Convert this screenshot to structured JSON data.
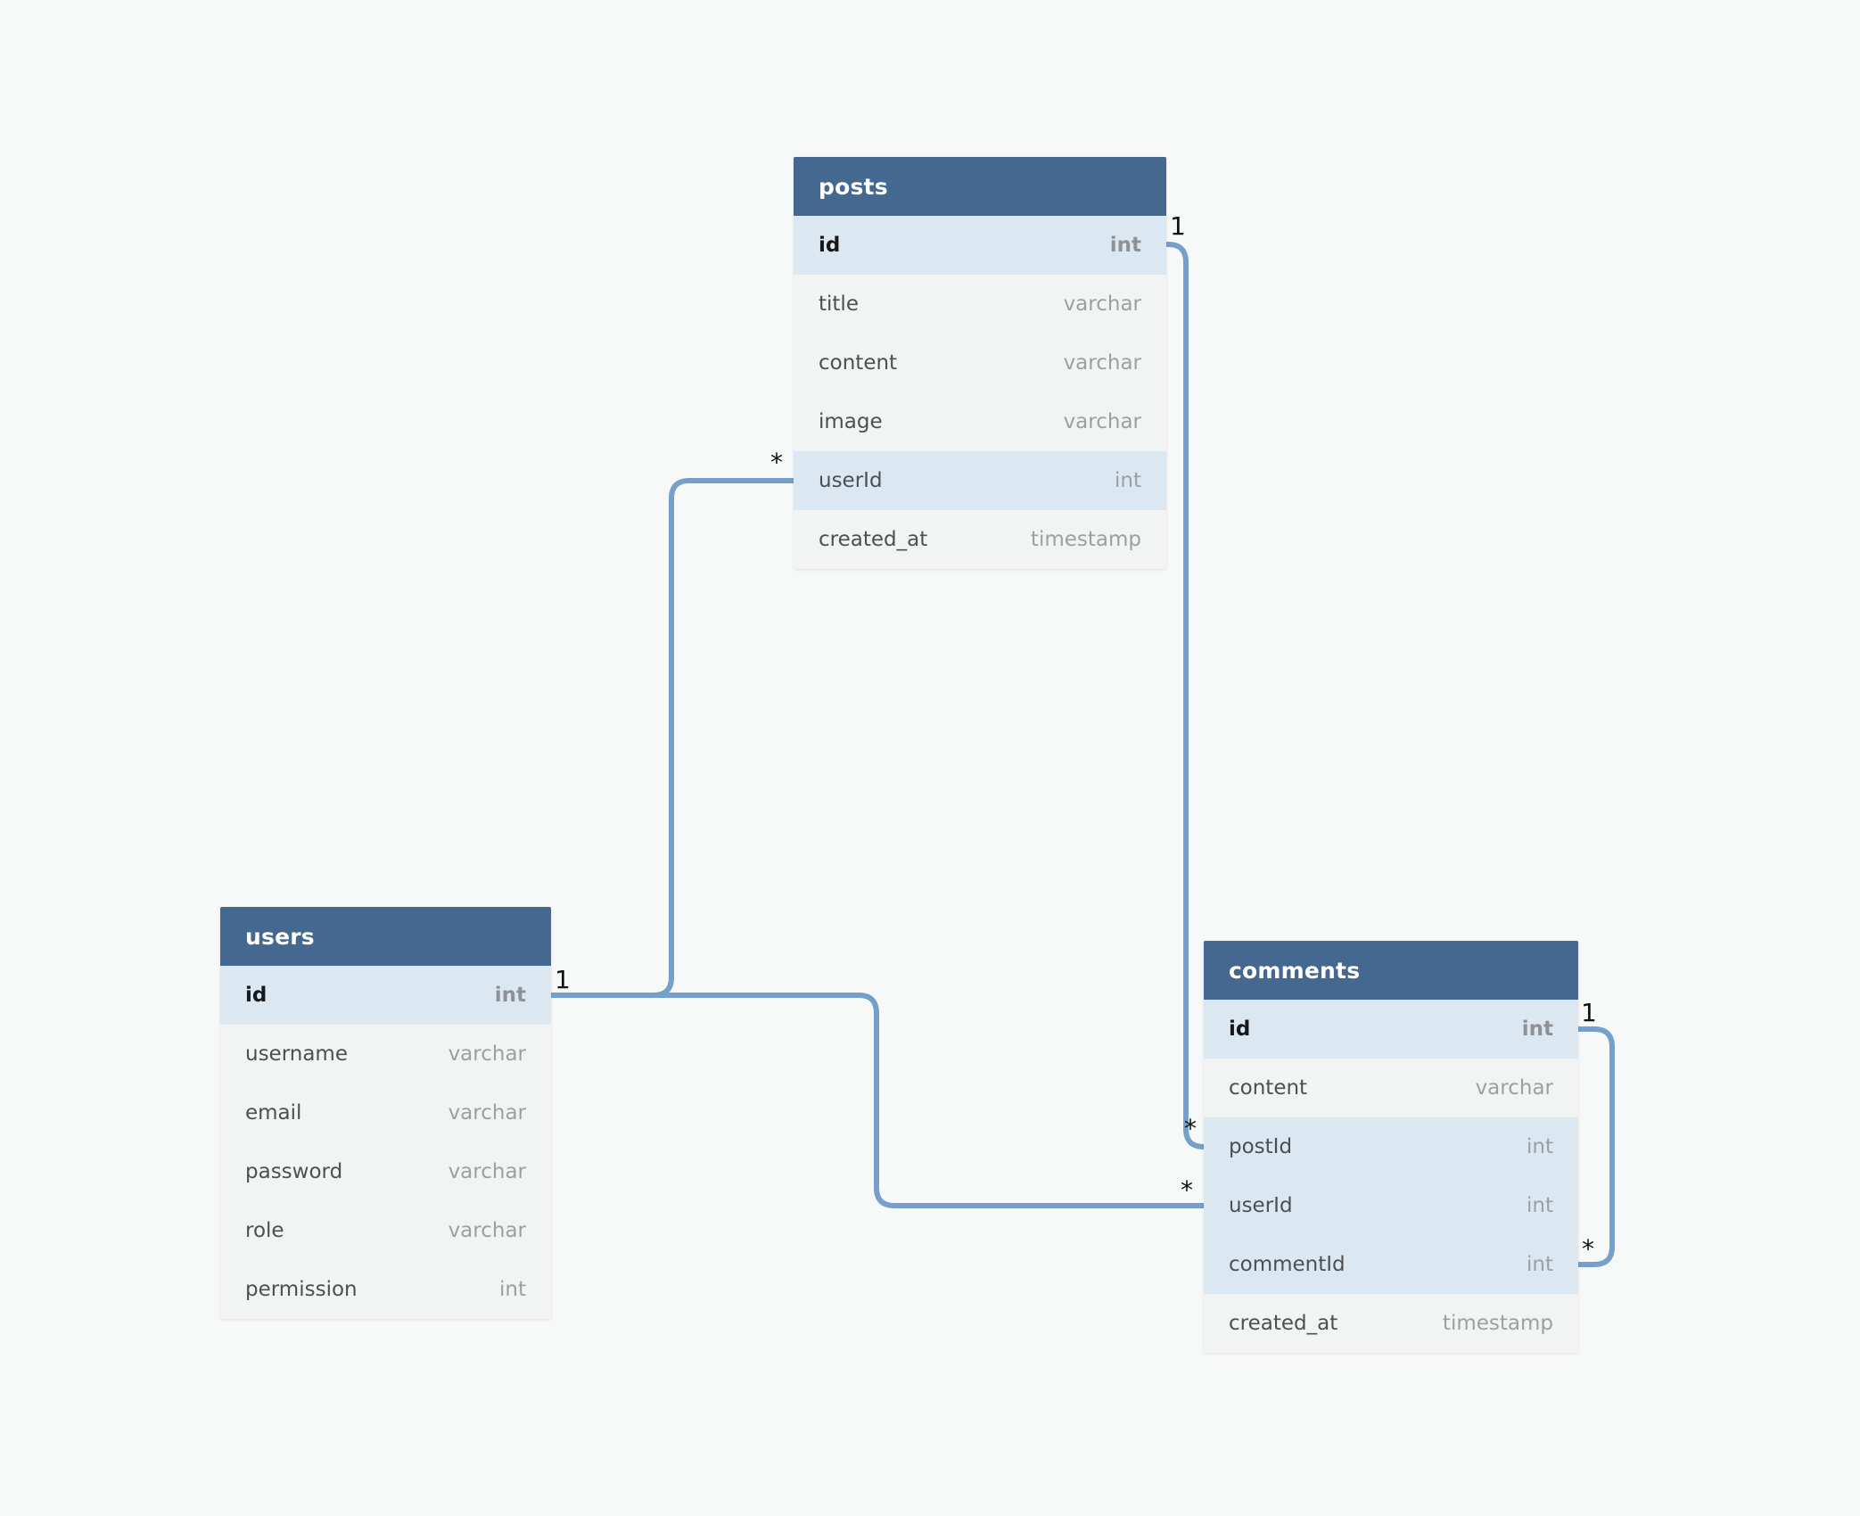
{
  "diagram": {
    "type": "entity-relationship",
    "background_color": "#f7f8f8",
    "table_header_color": "#44688f",
    "key_row_color": "#dce8f1",
    "row_color": "#f2f3f3",
    "connector_color": "#74a0c9"
  },
  "tables": {
    "posts": {
      "title": "posts",
      "fields": [
        {
          "name": "id",
          "type": "int",
          "primary_key": true,
          "highlighted": true
        },
        {
          "name": "title",
          "type": "varchar"
        },
        {
          "name": "content",
          "type": "varchar"
        },
        {
          "name": "image",
          "type": "varchar"
        },
        {
          "name": "userId",
          "type": "int",
          "highlighted": true
        },
        {
          "name": "created_at",
          "type": "timestamp"
        }
      ]
    },
    "users": {
      "title": "users",
      "fields": [
        {
          "name": "id",
          "type": "int",
          "primary_key": true,
          "highlighted": true
        },
        {
          "name": "username",
          "type": "varchar"
        },
        {
          "name": "email",
          "type": "varchar"
        },
        {
          "name": "password",
          "type": "varchar"
        },
        {
          "name": "role",
          "type": "varchar"
        },
        {
          "name": "permission",
          "type": "int"
        }
      ]
    },
    "comments": {
      "title": "comments",
      "fields": [
        {
          "name": "id",
          "type": "int",
          "primary_key": true,
          "highlighted": true
        },
        {
          "name": "content",
          "type": "varchar"
        },
        {
          "name": "postId",
          "type": "int",
          "highlighted": true
        },
        {
          "name": "userId",
          "type": "int",
          "highlighted": true
        },
        {
          "name": "commentId",
          "type": "int",
          "highlighted": true
        },
        {
          "name": "created_at",
          "type": "timestamp"
        }
      ]
    }
  },
  "relationships": [
    {
      "from": "users.id",
      "to": "posts.userId",
      "from_cardinality": "1",
      "to_cardinality": "*"
    },
    {
      "from": "users.id",
      "to": "comments.userId",
      "from_cardinality": "1",
      "to_cardinality": "*"
    },
    {
      "from": "posts.id",
      "to": "comments.postId",
      "from_cardinality": "1",
      "to_cardinality": "*"
    },
    {
      "from": "comments.id",
      "to": "comments.commentId",
      "from_cardinality": "1",
      "to_cardinality": "*"
    }
  ],
  "cardinalities": [
    {
      "at": "users.id",
      "text": "1"
    },
    {
      "at": "posts.userId",
      "text": "*"
    },
    {
      "at": "posts.id",
      "text": "1"
    },
    {
      "at": "comments.postId",
      "text": "*"
    },
    {
      "at": "comments.userId",
      "text": "*"
    },
    {
      "at": "comments.id",
      "text": "1"
    },
    {
      "at": "comments.commentId",
      "text": "*"
    }
  ]
}
